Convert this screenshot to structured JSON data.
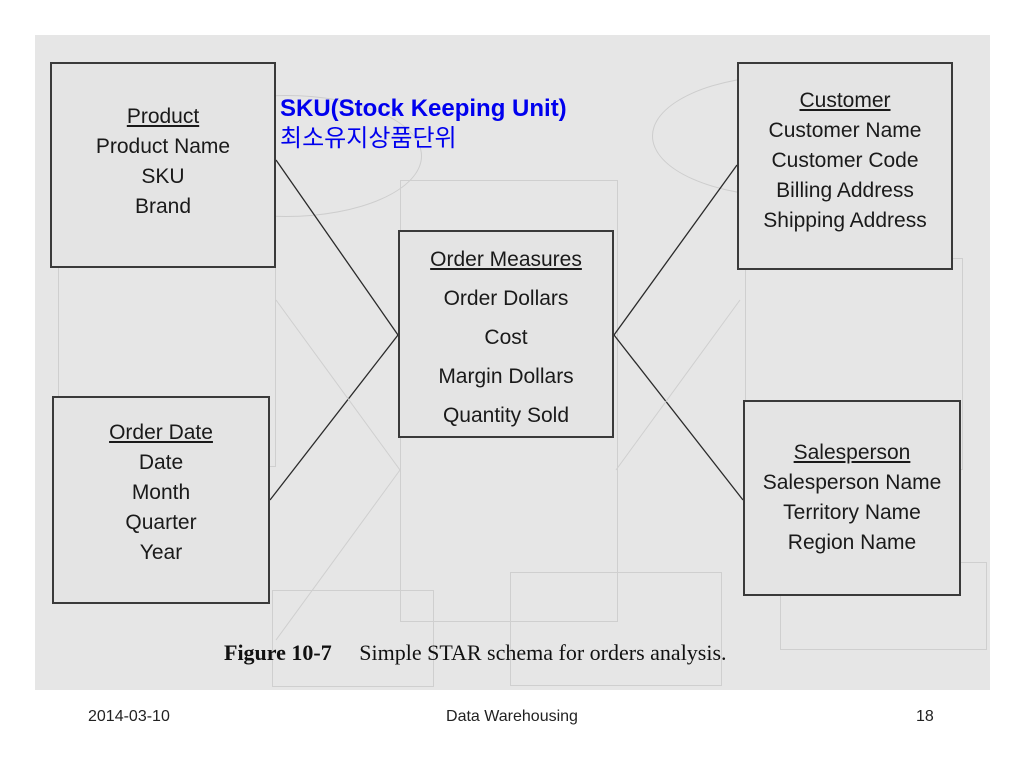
{
  "sku_note": {
    "title": "SKU(Stock Keeping Unit)",
    "korean": "최소유지상품단위"
  },
  "entities": {
    "product": {
      "name": "Product",
      "attributes": [
        "Product Name",
        "SKU",
        "Brand"
      ]
    },
    "customer": {
      "name": "Customer",
      "attributes": [
        "Customer Name",
        "Customer Code",
        "Billing Address",
        "Shipping Address"
      ]
    },
    "order_measures": {
      "name": "Order Measures",
      "attributes": [
        "Order Dollars",
        "Cost",
        "Margin Dollars",
        "Quantity Sold"
      ]
    },
    "order_date": {
      "name": "Order Date",
      "attributes": [
        "Date",
        "Month",
        "Quarter",
        "Year"
      ]
    },
    "salesperson": {
      "name": "Salesperson",
      "attributes": [
        "Salesperson Name",
        "Territory Name",
        "Region Name"
      ]
    }
  },
  "caption": {
    "figure_number": "Figure 10-7",
    "text": "Simple STAR schema for orders analysis."
  },
  "footer": {
    "date": "2014-03-10",
    "title": "Data Warehousing",
    "page": "18"
  },
  "colors": {
    "note_text": "#0000ee",
    "box_border": "#3a3a3a",
    "scan_background": "#e6e6e6"
  }
}
